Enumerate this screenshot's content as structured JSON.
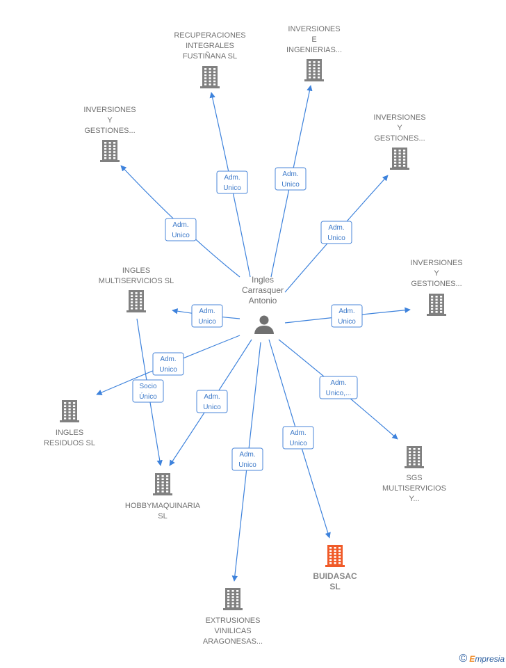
{
  "person": {
    "name_lines": [
      "Ingles",
      "Carrasquer",
      "Antonio"
    ],
    "icon": "person-icon"
  },
  "companies": [
    {
      "id": "recuperaciones",
      "lines": [
        "RECUPERACIONES",
        "INTEGRALES",
        "FUSTIÑANA  SL"
      ],
      "highlight": false
    },
    {
      "id": "inversiones-ingenierias",
      "lines": [
        "INVERSIONES",
        "E",
        "INGENIERIAS..."
      ],
      "highlight": false
    },
    {
      "id": "inversiones-gestiones-1",
      "lines": [
        "INVERSIONES",
        "Y",
        "GESTIONES..."
      ],
      "highlight": false
    },
    {
      "id": "inversiones-gestiones-2",
      "lines": [
        "INVERSIONES",
        "Y",
        "GESTIONES..."
      ],
      "highlight": false
    },
    {
      "id": "inversiones-gestiones-3",
      "lines": [
        "INVERSIONES",
        "Y",
        "GESTIONES..."
      ],
      "highlight": false
    },
    {
      "id": "ingles-multiservicios",
      "lines": [
        "INGLES",
        "MULTISERVICIOS SL"
      ],
      "highlight": false
    },
    {
      "id": "ingles-residuos",
      "lines": [
        "INGLES",
        "RESIDUOS  SL"
      ],
      "highlight": false
    },
    {
      "id": "hobbymaquinaria",
      "lines": [
        "HOBBYMAQUINARIA",
        "SL"
      ],
      "highlight": false
    },
    {
      "id": "extrusiones",
      "lines": [
        "EXTRUSIONES",
        "VINILICAS",
        "ARAGONESAS..."
      ],
      "highlight": false
    },
    {
      "id": "buidasac",
      "lines": [
        "BUIDASAC",
        "SL"
      ],
      "highlight": true
    },
    {
      "id": "sgs-multiservicios",
      "lines": [
        "SGS",
        "MULTISERVICIOS",
        "Y..."
      ],
      "highlight": false
    }
  ],
  "edges": [
    {
      "to": "recuperaciones",
      "lines": [
        "Adm.",
        "Unico"
      ]
    },
    {
      "to": "inversiones-ingenierias",
      "lines": [
        "Adm.",
        "Unico"
      ]
    },
    {
      "to": "inversiones-gestiones-1",
      "lines": [
        "Adm.",
        "Unico"
      ]
    },
    {
      "to": "inversiones-gestiones-2",
      "lines": [
        "Adm.",
        "Unico"
      ]
    },
    {
      "to": "inversiones-gestiones-3",
      "lines": [
        "Adm.",
        "Unico"
      ]
    },
    {
      "to": "ingles-multiservicios",
      "lines": [
        "Adm.",
        "Unico"
      ]
    },
    {
      "to": "ingles-residuos",
      "lines": [
        "Adm.",
        "Unico"
      ]
    },
    {
      "to": "hobbymaquinaria",
      "lines": [
        "Adm.",
        "Unico"
      ]
    },
    {
      "to": "extrusiones",
      "lines": [
        "Adm.",
        "Unico"
      ]
    },
    {
      "to": "buidasac",
      "lines": [
        "Adm.",
        "Unico"
      ]
    },
    {
      "to": "sgs-multiservicios",
      "lines": [
        "Adm.",
        "Unico,..."
      ]
    },
    {
      "from": "ingles-multiservicios",
      "to": "hobbymaquinaria",
      "lines": [
        "Socio",
        "Único"
      ]
    }
  ],
  "colors": {
    "building": "#808080",
    "building_highlight": "#f05a28",
    "edge": "#3d82dc",
    "person": "#707070"
  },
  "footer": {
    "copyright_symbol": "©",
    "brand_initial": "E",
    "brand_rest": "mpresia"
  }
}
